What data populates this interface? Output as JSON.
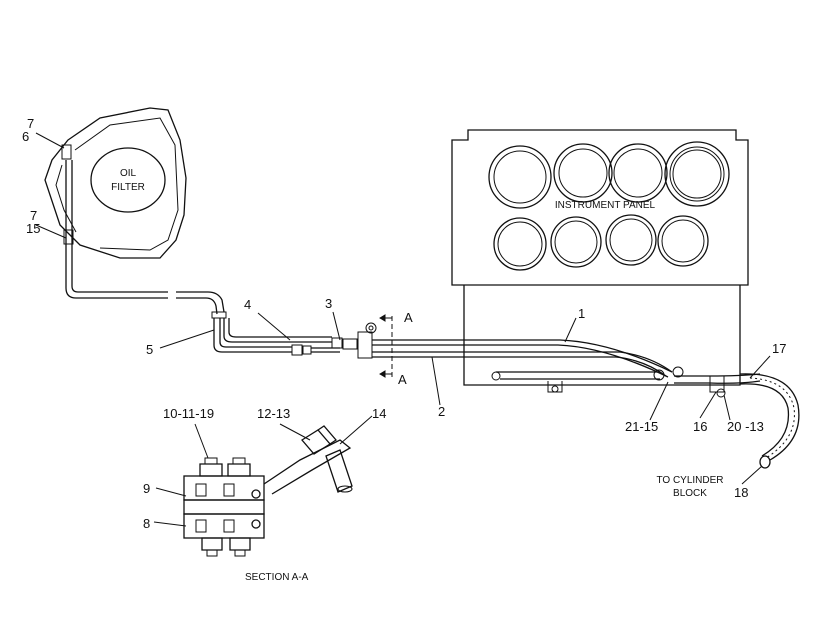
{
  "diagram": {
    "oil_filter_label_line1": "OIL",
    "oil_filter_label_line2": "FILTER",
    "instrument_panel_label": "INSTRUMENT PANEL",
    "destination_label_line1": "TO CYLINDER",
    "destination_label_line2": "BLOCK",
    "section_caption": "SECTION A-A",
    "section_marker_top": "A",
    "section_marker_bottom": "A"
  },
  "callouts": {
    "c7a": "7",
    "c6": "6",
    "c7b": "7",
    "c15a": "15",
    "c4": "4",
    "c3": "3",
    "c5": "5",
    "c1": "1",
    "c2": "2",
    "c17": "17",
    "c21_15": "21-15",
    "c16": "16",
    "c20_13": "20 -13",
    "c18": "18",
    "c10_11_19": "10-11-19",
    "c12_13": "12-13",
    "c14": "14",
    "c9": "9",
    "c8": "8"
  }
}
